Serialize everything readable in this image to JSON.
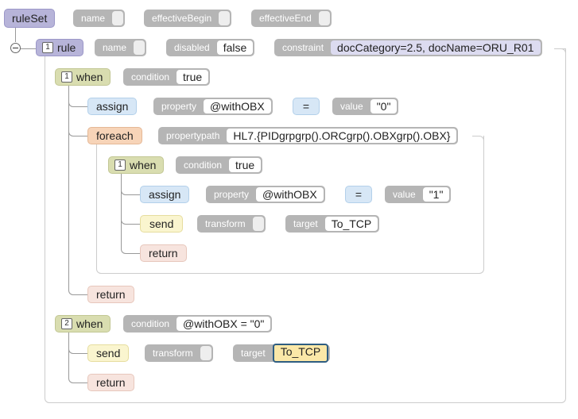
{
  "ruleSet": {
    "label": "ruleSet",
    "attrs": {
      "name": "name",
      "effectiveBegin": "effectiveBegin",
      "effectiveEnd": "effectiveEnd"
    }
  },
  "rule": {
    "num": "1",
    "label": "rule",
    "name_label": "name",
    "disabled_label": "disabled",
    "disabled_value": "false",
    "constraint_label": "constraint",
    "constraint_value": "docCategory=2.5, docName=ORU_R01"
  },
  "when1": {
    "num": "1",
    "label": "when",
    "condition_label": "condition",
    "condition_value": "true"
  },
  "assign1": {
    "label": "assign",
    "property_label": "property",
    "property_value": "@withOBX",
    "op": "=",
    "value_label": "value",
    "value_value": "\"0\""
  },
  "foreach": {
    "label": "foreach",
    "propertypath_label": "propertypath",
    "propertypath_value": "HL7.{PIDgrpgrp().ORCgrp().OBXgrp().OBX}"
  },
  "when_inner": {
    "num": "1",
    "label": "when",
    "condition_label": "condition",
    "condition_value": "true"
  },
  "assign2": {
    "label": "assign",
    "property_label": "property",
    "property_value": "@withOBX",
    "op": "=",
    "value_label": "value",
    "value_value": "\"1\""
  },
  "send1": {
    "label": "send",
    "transform_label": "transform",
    "target_label": "target",
    "target_value": "To_TCP"
  },
  "return_inner": {
    "label": "return"
  },
  "return1": {
    "label": "return"
  },
  "when2": {
    "num": "2",
    "label": "when",
    "condition_label": "condition",
    "condition_value": "@withOBX = \"0\""
  },
  "send2": {
    "label": "send",
    "transform_label": "transform",
    "target_label": "target",
    "target_value": "To_TCP"
  },
  "return2": {
    "label": "return"
  }
}
